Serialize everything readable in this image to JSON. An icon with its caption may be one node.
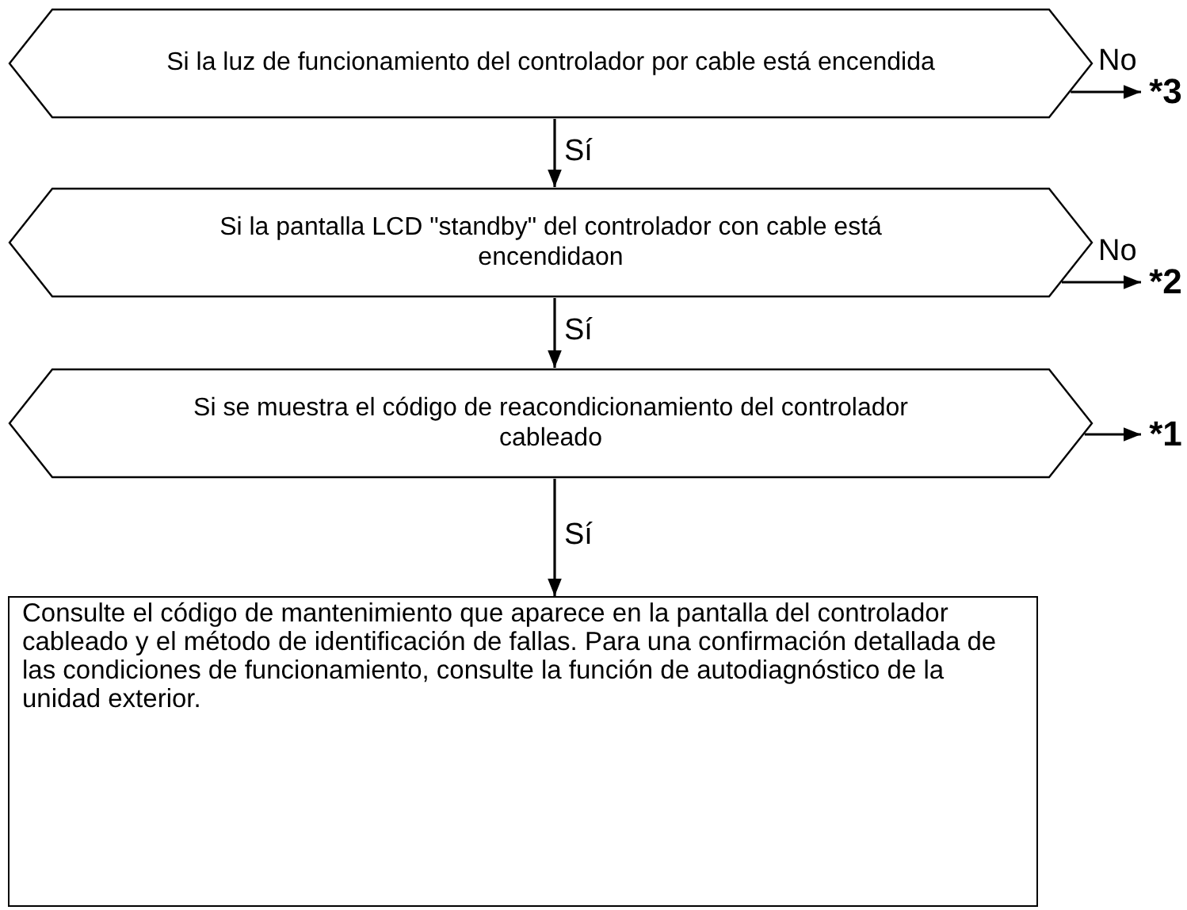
{
  "diagram": {
    "nodes": [
      {
        "text": [
          "Si la luz de funcionamiento del controlador por cable está encendida"
        ]
      },
      {
        "text": [
          "*3"
        ]
      },
      {
        "text": [
          "Si la pantalla LCD \"standby\" del controlador con cable está encendidaon"
        ]
      },
      {
        "text": [
          "*2"
        ]
      },
      {
        "text": [
          "Si se muestra el código de reacondicionamiento del controlador cableado"
        ]
      },
      {
        "text": [
          "*1"
        ]
      },
      {
        "text": [
          "Consulte el código de mantenimiento que aparece en la pantalla del controlador cableado y el método de identificación de fallas. Para una confirmación detallada de las condiciones de funcionamiento, consulte la función de autodiagnóstico de la unidad exterior."
        ]
      }
    ],
    "edges": [
      {
        "from": 0,
        "to": 1,
        "arrow": "to",
        "label": "No"
      },
      {
        "from": 0,
        "to": 2,
        "arrow": "to",
        "label": "Sí"
      },
      {
        "from": 2,
        "to": 3,
        "arrow": "to",
        "label": "No"
      },
      {
        "from": 2,
        "to": 4,
        "arrow": "to",
        "label": "Sí"
      },
      {
        "from": 4,
        "to": 5,
        "arrow": "to"
      },
      {
        "from": 4,
        "to": 6,
        "arrow": "to",
        "label": "Sí"
      }
    ]
  }
}
